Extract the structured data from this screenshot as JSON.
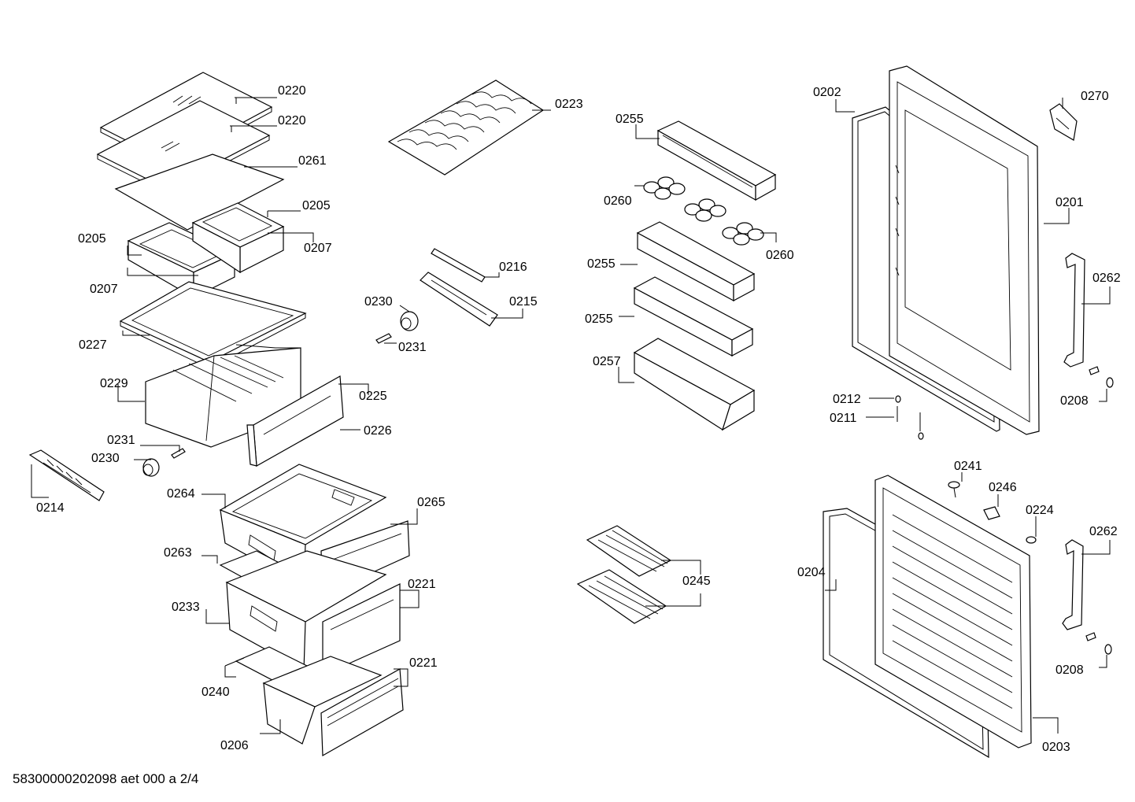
{
  "diagram": {
    "labels": {
      "l0220a": "0220",
      "l0220b": "0220",
      "l0261": "0261",
      "l0205a": "0205",
      "l0205b": "0205",
      "l0207a": "0207",
      "l0207b": "0207",
      "l0227": "0227",
      "l0229": "0229",
      "l0231a": "0231",
      "l0230a": "0230",
      "l0214": "0214",
      "l0264": "0264",
      "l0263": "0263",
      "l0233": "0233",
      "l0240": "0240",
      "l0206": "0206",
      "l0265": "0265",
      "l0221a": "0221",
      "l0221b": "0221",
      "l0225": "0225",
      "l0226": "0226",
      "l0223": "0223",
      "l0216": "0216",
      "l0215": "0215",
      "l0230b": "0230",
      "l0231b": "0231",
      "l0255a": "0255",
      "l0260a": "0260",
      "l0255b": "0255",
      "l0260b": "0260",
      "l0255c": "0255",
      "l0257": "0257",
      "l0245": "0245",
      "l0202": "0202",
      "l0270": "0270",
      "l0201": "0201",
      "l0262a": "0262",
      "l0212": "0212",
      "l0211": "0211",
      "l0208a": "0208",
      "l0241": "0241",
      "l0246": "0246",
      "l0224": "0224",
      "l0262b": "0262",
      "l0204": "0204",
      "l0208b": "0208",
      "l0203": "0203"
    },
    "footer": "58300000202098 aet 000 a 2/4"
  }
}
